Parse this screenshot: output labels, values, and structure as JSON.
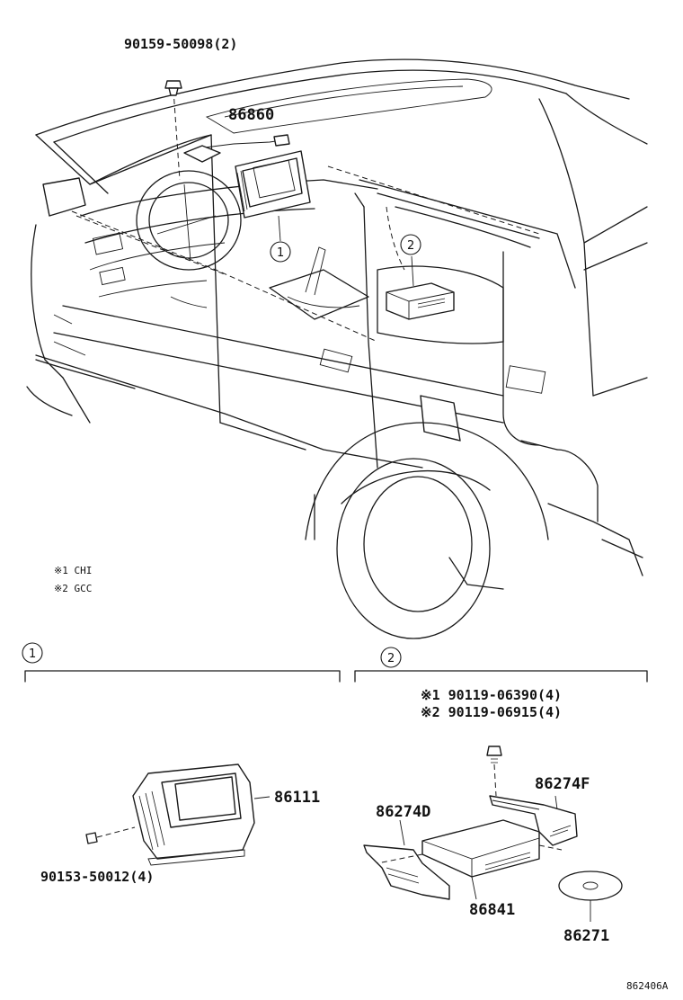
{
  "labels": {
    "bolt_top": "90159-50098(2)",
    "antenna": "86860",
    "callout_1": "1",
    "callout_2": "2",
    "section_1": "1",
    "section_2": "2",
    "display": "86111",
    "display_screw": "90153-50012(4)",
    "bolt_chi": "※1 90119-06390(4)",
    "bolt_gcc": "※2 90119-06915(4)",
    "bracket_f": "86274F",
    "bracket_d": "86274D",
    "changer": "86841",
    "disc": "86271",
    "illustration_id": "862406A"
  },
  "notes": {
    "chi": "※1 CHI",
    "gcc": "※2 GCC"
  }
}
